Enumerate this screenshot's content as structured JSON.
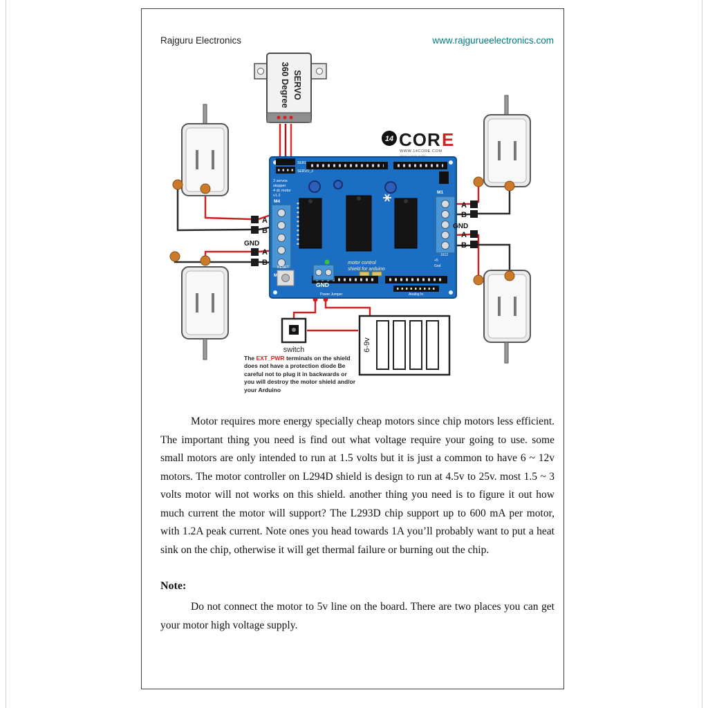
{
  "header": {
    "company": "Rajguru Electronics",
    "website": "www.rajgurueelectronics.com"
  },
  "diagram": {
    "servo": {
      "line1": "360 Degree",
      "line2": "SERVO"
    },
    "logo": {
      "badge": "14",
      "cor": "COR",
      "e": "E",
      "site": "WWW.14CORE.COM",
      "tagline": "ideas comes reality"
    },
    "board": {
      "ser1": "SER1",
      "ser2": "SERVO_2",
      "features": [
        "2 servos",
        "stepper",
        "4 dc motor",
        "v1.2"
      ],
      "m4": "M4",
      "m3": "M3",
      "m1": "M1",
      "reset": "RESET",
      "gnd": "GND",
      "title1": "motor control",
      "title2": "shield for arduino",
      "plus5": "+5",
      "gnd_small": "Gnd",
      "analog_in": "Analog In",
      "power_jumper": "Power Jumper",
      "code": "1612"
    },
    "terminals": {
      "a": "A",
      "b": "B",
      "gnd": "GND"
    },
    "switch_label": "switch",
    "battery_label": "6-9v",
    "warning": {
      "pre": "The ",
      "highlight": "EXT_PWR",
      "post": " terminals on the shield does not have a protection diode Be careful not to plug it in backwards or you will destroy the motor shield and/or your Arduino"
    }
  },
  "body": {
    "paragraph": "Motor requires more energy specially cheap motors since chip motors less efficient. The important thing you need is find out what voltage require your going to use. some small motors are only intended to run at 1.5 volts but it is just a common to have 6 ~ 12v motors. The motor controller on L294D shield is design to run at 4.5v to 25v. most 1.5 ~ 3 volts motor will not works on this shield. another thing you need is to figure it out how much current the motor will support? The L293D chip support up to 600 mA per motor, with 1.2A peak current. Note ones you head towards 1A you’ll probably want to put a heat sink on the chip, otherwise it will get thermal failure or burning out the chip.",
    "note_label": "Note:",
    "note_paragraph": "Do not connect the motor to 5v line on the board. There are two places you can get your motor high voltage supply."
  },
  "colors": {
    "accent-red": "#cc2222",
    "board-blue": "#1b6ec2",
    "board-edge": "#0f4c8c",
    "terminal-blue": "#4a95d6",
    "link-teal": "#00797d",
    "motor-orange": "#c97a2b",
    "warning-red": "#d42222"
  }
}
